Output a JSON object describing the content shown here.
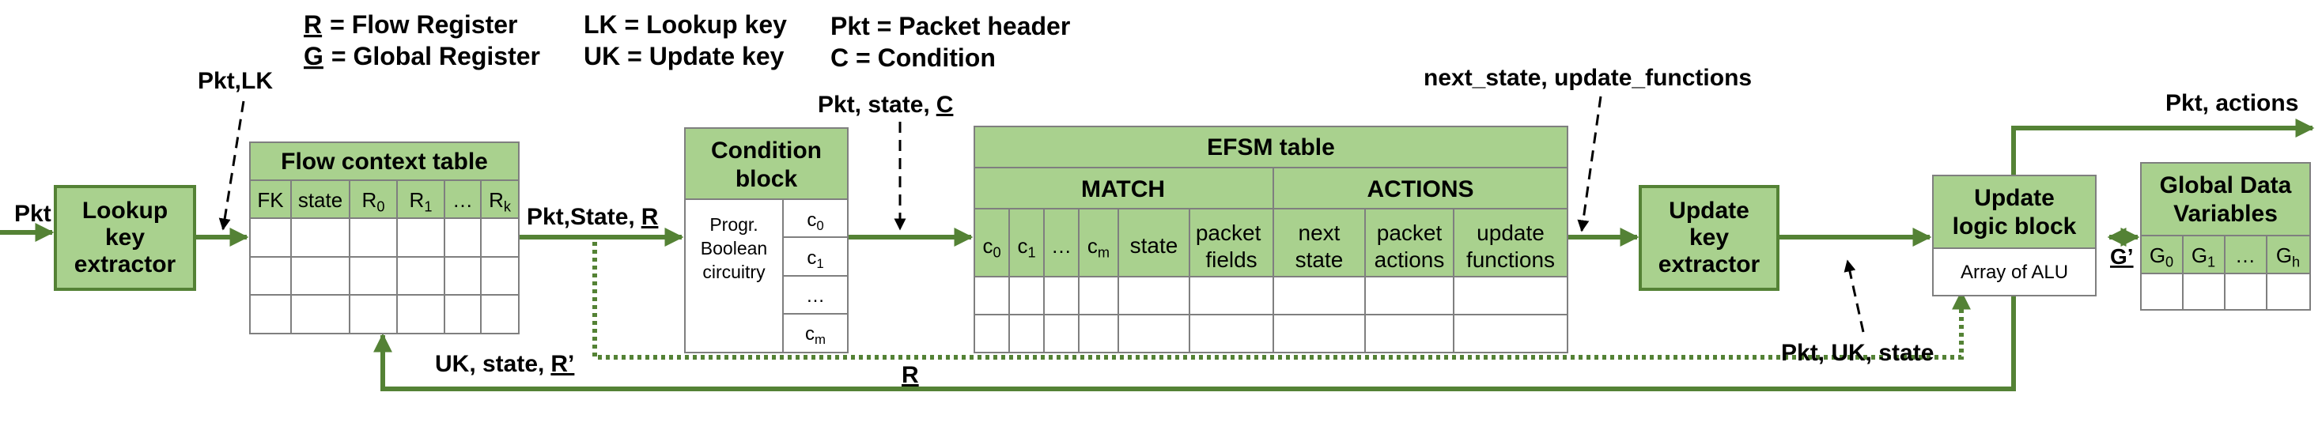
{
  "legend": {
    "r_symbol": "R",
    "r_text": "= Flow Register",
    "g_symbol": "G",
    "g_text": "= Global Register",
    "lk": "LK = Lookup key",
    "uk": "UK = Update key",
    "pkt": "Pkt = Packet header",
    "c": "C = Condition"
  },
  "labels": {
    "pkt_in": "Pkt",
    "pkt_lk": "Pkt,LK",
    "pkt_state_r": "Pkt,State,",
    "pkt_state_r_u": "R",
    "pkt_state_c": "Pkt, state,",
    "pkt_state_c_u": "C",
    "next_state_update": "next_state, update_functions",
    "pkt_actions": "Pkt, actions",
    "pkt_uk_state": "Pkt, UK, state",
    "r_bottom": "R",
    "uk_state_r": "UK, state,",
    "uk_state_r_u": "R’",
    "g_prime": "G’"
  },
  "lookup": {
    "line1": "Lookup",
    "line2": "key",
    "line3": "extractor"
  },
  "flow_table": {
    "title": "Flow context table",
    "cols": [
      "FK",
      "state",
      "R0",
      "R1",
      "…",
      "Rk"
    ]
  },
  "condition_block": {
    "title1": "Condition",
    "title2": "block",
    "body1": "Progr.",
    "body2": "Boolean",
    "body3": "circuitry",
    "cells": [
      "c0",
      "c1",
      "…",
      "cm"
    ]
  },
  "efsm": {
    "title": "EFSM table",
    "match": "MATCH",
    "actions": "ACTIONS",
    "match_cols": [
      "c0",
      "c1",
      "…",
      "cm",
      "state",
      "packet fields"
    ],
    "action_cols": [
      "next state",
      "packet actions",
      "update functions"
    ]
  },
  "update_key": {
    "line1": "Update",
    "line2": "key",
    "line3": "extractor"
  },
  "update_logic": {
    "title1": "Update",
    "title2": "logic block",
    "body": "Array of ALU"
  },
  "global_vars": {
    "title1": "Global Data",
    "title2": "Variables",
    "cols": [
      "G0",
      "G1",
      "…",
      "Gh"
    ]
  },
  "colors": {
    "green_fill": "#a9d18e",
    "green_line": "#548235",
    "grid": "#7f7f7f"
  }
}
